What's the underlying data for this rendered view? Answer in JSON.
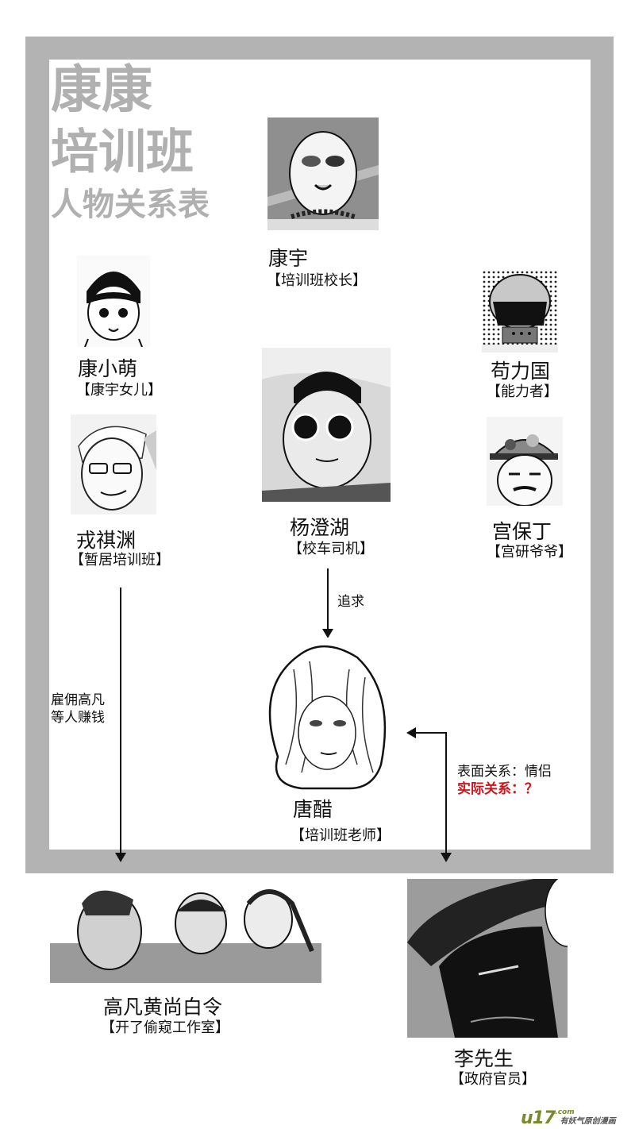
{
  "title": {
    "line1": "康康",
    "line2": "培训班",
    "line3": "人物关系表"
  },
  "characters": [
    {
      "id": "kangyu",
      "name": "康宇",
      "role": "【培训班校长】"
    },
    {
      "id": "kangxiaomeng",
      "name": "康小萌",
      "role": "【康宇女儿】"
    },
    {
      "id": "goulig",
      "name": "苟力国",
      "role": "【能力者】"
    },
    {
      "id": "yangchenghu",
      "name": "杨澄湖",
      "role": "【校车司机】"
    },
    {
      "id": "rongqiyuan",
      "name": "戎祺渊",
      "role": "【暂居培训班】"
    },
    {
      "id": "gongbaoding",
      "name": "宫保丁",
      "role": "【宫研爷爷】"
    },
    {
      "id": "tangcu",
      "name": "唐醋",
      "role": "【培训班老师】"
    },
    {
      "id": "gaofan_group",
      "name": "高凡黄尚白令",
      "role": "【开了偷窥工作室】"
    },
    {
      "id": "mrli",
      "name": "李先生",
      "role": "【政府官员】"
    }
  ],
  "relations": {
    "pursue": "追求",
    "hire_line1": "雇佣高凡",
    "hire_line2": "等人赚钱",
    "surface": "表面关系：情侣",
    "actual": "实际关系：？"
  },
  "colors": {
    "frame": "#b3b3b3",
    "title_gray": "#b0b0b0",
    "actual_red": "#d0121b",
    "logo_green": "#7a8a2a"
  },
  "watermark": {
    "brand": "u17",
    "domain": ".com",
    "slogan": "有妖气原创漫画"
  }
}
